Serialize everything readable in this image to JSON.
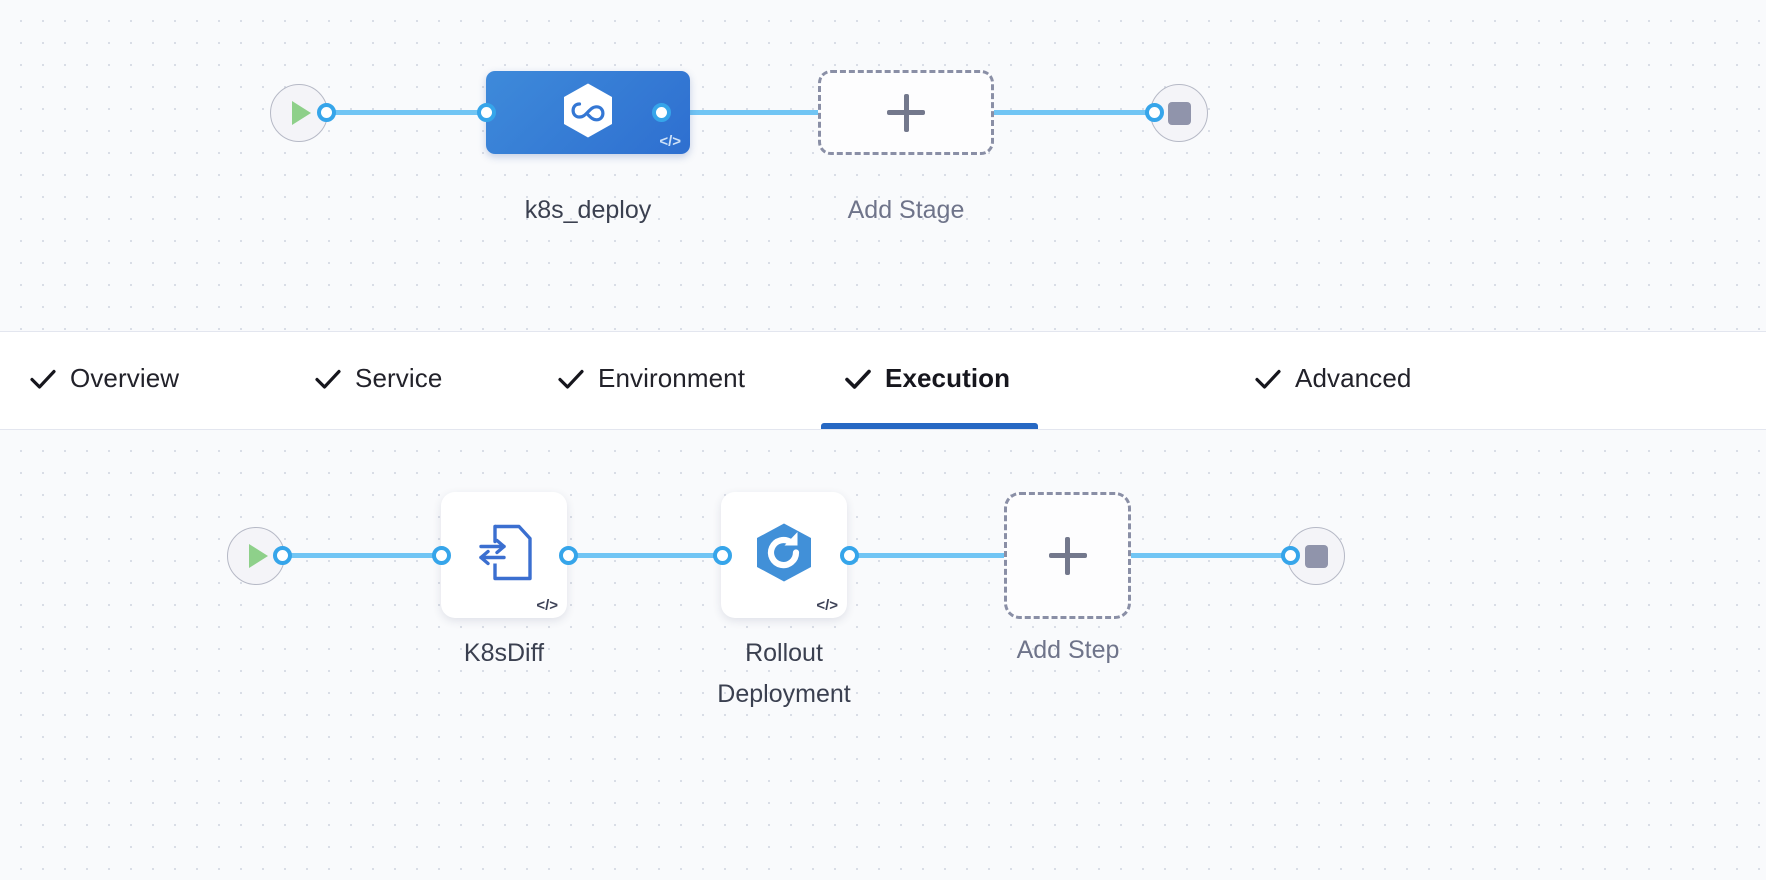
{
  "theme": {
    "canvas_bg": "#f9fafc",
    "grid_dot": "#d9dde6",
    "connector": "#71c5f4",
    "port_ring": "#36a5ea",
    "stage_blue": "#2e6fd0",
    "accent_underline": "#2668c3",
    "icon_blue": "#3d7fd4",
    "dash_gray": "#8a8fa6",
    "play_green": "#8ed08a",
    "stop_gray": "#9094ab"
  },
  "stage_graph": {
    "start_node": {
      "name": "start-node",
      "icon": "play-icon"
    },
    "end_node": {
      "name": "end-node",
      "icon": "stop-icon"
    },
    "nodes": [
      {
        "id": "k8s_deploy",
        "label": "k8s_deploy",
        "icon": "harness-hexagon-infinity-icon",
        "badge": "</>",
        "type": "stage",
        "selected": true
      },
      {
        "id": "add_stage",
        "label": "Add Stage",
        "icon": "plus-icon",
        "type": "add"
      }
    ]
  },
  "tabs": {
    "items": [
      {
        "id": "overview",
        "label": "Overview",
        "checked": true,
        "active": false
      },
      {
        "id": "service",
        "label": "Service",
        "checked": true,
        "active": false
      },
      {
        "id": "environment",
        "label": "Environment",
        "checked": true,
        "active": false
      },
      {
        "id": "execution",
        "label": "Execution",
        "checked": true,
        "active": true
      },
      {
        "id": "advanced",
        "label": "Advanced",
        "checked": true,
        "active": false
      }
    ]
  },
  "execution_graph": {
    "start_node": {
      "name": "start-node",
      "icon": "play-icon"
    },
    "end_node": {
      "name": "end-node",
      "icon": "stop-icon"
    },
    "steps": [
      {
        "id": "k8sdiff",
        "label": "K8sDiff",
        "icon": "k8s-diff-document-icon",
        "badge": "</>",
        "type": "step"
      },
      {
        "id": "rollout_deployment",
        "label": "Rollout\nDeployment",
        "icon": "rollout-hexagon-arrow-icon",
        "badge": "</>",
        "type": "step"
      },
      {
        "id": "add_step",
        "label": "Add Step",
        "icon": "plus-icon",
        "type": "add"
      }
    ]
  }
}
